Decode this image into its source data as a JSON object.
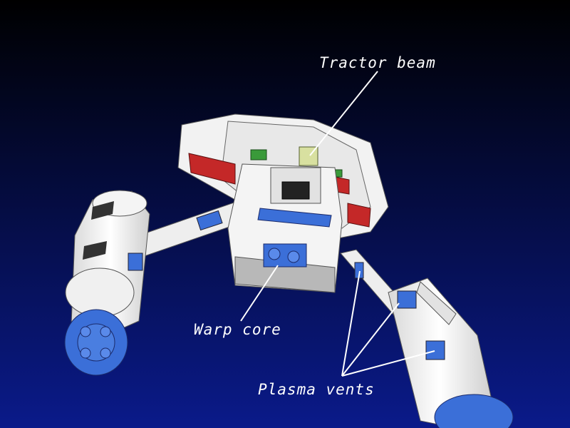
{
  "labels": {
    "tractor_beam": "Tractor beam",
    "warp_core": "Warp core",
    "plasma_vents": "Plasma vents"
  },
  "colors": {
    "background_top": "#000000",
    "background_bottom": "#0a1a8a",
    "hull": "#f2f2f2",
    "hull_shadow": "#b8b8b8",
    "edge": "#555555",
    "accent_blue": "#3b6fd8",
    "accent_red": "#c42828",
    "accent_green": "#3a9a3a",
    "accent_yellowgreen": "#d8e0a0",
    "callout_line": "#ffffff"
  },
  "icons": {
    "model": "lego-starship-model"
  }
}
